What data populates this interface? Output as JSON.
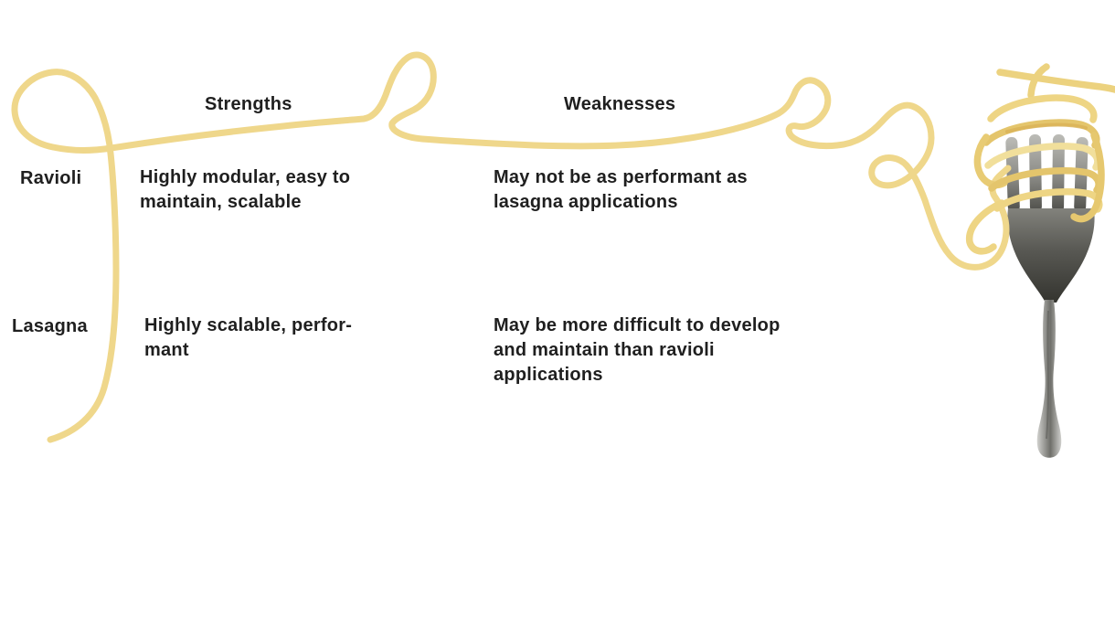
{
  "slide": {
    "headers": {
      "strengths": "Strengths",
      "weaknesses": "Weaknesses"
    },
    "rows": [
      {
        "label": "Ravioli",
        "strengths": "Highly modular, easy to\nmaintain, scalable",
        "weaknesses": "May not be as performant as\nlasagna applications"
      },
      {
        "label": "Lasagna",
        "strengths": "Highly scalable, perfor-\nmant",
        "weaknesses": "May be more difficult to develop\nand maintain than ravioli\napplications"
      }
    ]
  },
  "decorations": {
    "divider_icon": "spaghetti-strand-line",
    "corner_icon": "fork-with-spaghetti"
  },
  "colors": {
    "background": "#ffffff",
    "text": "#1f1f1f",
    "spaghetti": "#efd78b",
    "spaghetti_light": "#f2e09c",
    "spaghetti_dark": "#e2c169",
    "fork_metal_light": "#cfcfcc",
    "fork_metal_dark": "#33332e"
  }
}
